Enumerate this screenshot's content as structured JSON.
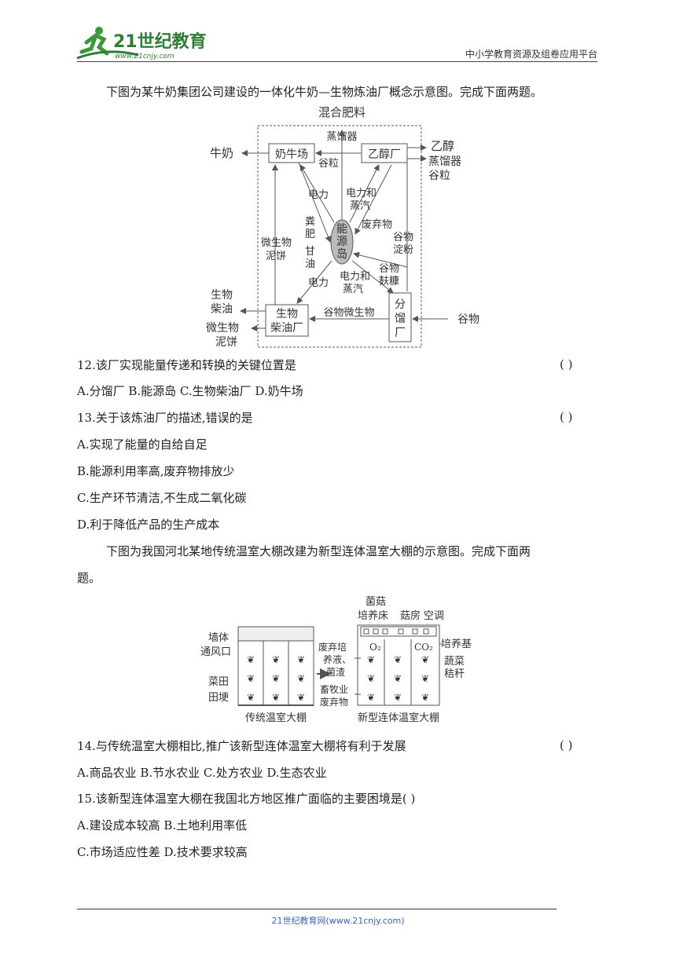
{
  "header": {
    "logo_text": "21世纪教育",
    "logo_url": "www.21cnjy.com",
    "platform": "中小学教育资源及组卷应用平台"
  },
  "intro1": "下图为某牛奶集团公司建设的一体化牛奶—生物炼油厂概念示意图。完成下面两题。",
  "diagram1": {
    "top": "混合肥料",
    "steam_top": "蒸馏器",
    "milk": "牛奶",
    "dairy": "奶牛场",
    "ethanol_plant": "乙醇厂",
    "ethanol": "乙醇",
    "still_grain": [
      "蒸馏器",
      "谷粒"
    ],
    "grain": "谷粒",
    "power1": "电力",
    "power_steam1": [
      "电力和",
      "蒸汽"
    ],
    "waste": "废弃物",
    "manure_glycerin": [
      "粪",
      "肥",
      "甘",
      "油"
    ],
    "island": [
      "能",
      "源",
      "岛"
    ],
    "microbe_cake1": [
      "微生物",
      "泥饼"
    ],
    "grain_starch": [
      "谷物",
      "淀粉"
    ],
    "grain_bran": [
      "谷物",
      "麸糠"
    ],
    "power2": "电力",
    "power_steam2": [
      "电力和",
      "蒸汽"
    ],
    "biodiesel_out": [
      "生物",
      "柴油"
    ],
    "biodiesel_plant": [
      "生物",
      "柴油厂"
    ],
    "grain_microbe": "谷物微生物",
    "distill": [
      "分",
      "馏",
      "厂"
    ],
    "grain_in": "谷物",
    "microbe_cake2": [
      "微生物",
      "泥饼"
    ]
  },
  "questions": {
    "q12": {
      "stem": "12.该厂实现能量传递和转换的关键位置是",
      "paren": "(       )",
      "options": "A.分馏厂      B.能源岛       C.生物柴油厂       D.奶牛场"
    },
    "q13": {
      "stem": "13.关于该炼油厂的描述,错误的是",
      "paren": "(       )",
      "a": "A.实现了能量的自给自足",
      "b": "B.能源利用率高,废弃物排放少",
      "c": "C.生产环节清洁,不生成二氧化碳",
      "d": "D.利于降低产品的生产成本"
    },
    "q14": {
      "stem": "14.与传统温室大棚相比,推广该新型连体温室大棚将有利于发展",
      "paren": "(       )",
      "options": "A.商品农业 B.节水农业 C.处方农业 D.生态农业"
    },
    "q15": {
      "stem": "15.该新型连体温室大棚在我国北方地区推广面临的主要困境是(       )",
      "ab": "A.建设成本较高      B.土地利用率低",
      "cd": "C.市场适应性差      D.技术要求较高"
    }
  },
  "intro2_line1": "下图为我国河北某地传统温室大棚改建为新型连体温室大棚的示意图。完成下面两",
  "intro2_line2": "题。",
  "diagram2": {
    "wall": "墙体",
    "vent": "通风口",
    "field": "菜田",
    "ridge": "田埂",
    "traditional": "传统温室大棚",
    "mushroom": "菌菇",
    "bed": "培养床",
    "house": "菇房",
    "ac": "空调",
    "waste_liquid": [
      "废弃培",
      "养液、",
      "菌渣"
    ],
    "o2": "O₂",
    "co2": "CO₂",
    "substrate": "培养基",
    "straw": [
      "蔬菜",
      "秸秆"
    ],
    "livestock": [
      "畜牧业",
      "废弃物"
    ],
    "new": "新型连体温室大棚"
  },
  "footer": "21世纪教育网(www.21cnjy.com)"
}
